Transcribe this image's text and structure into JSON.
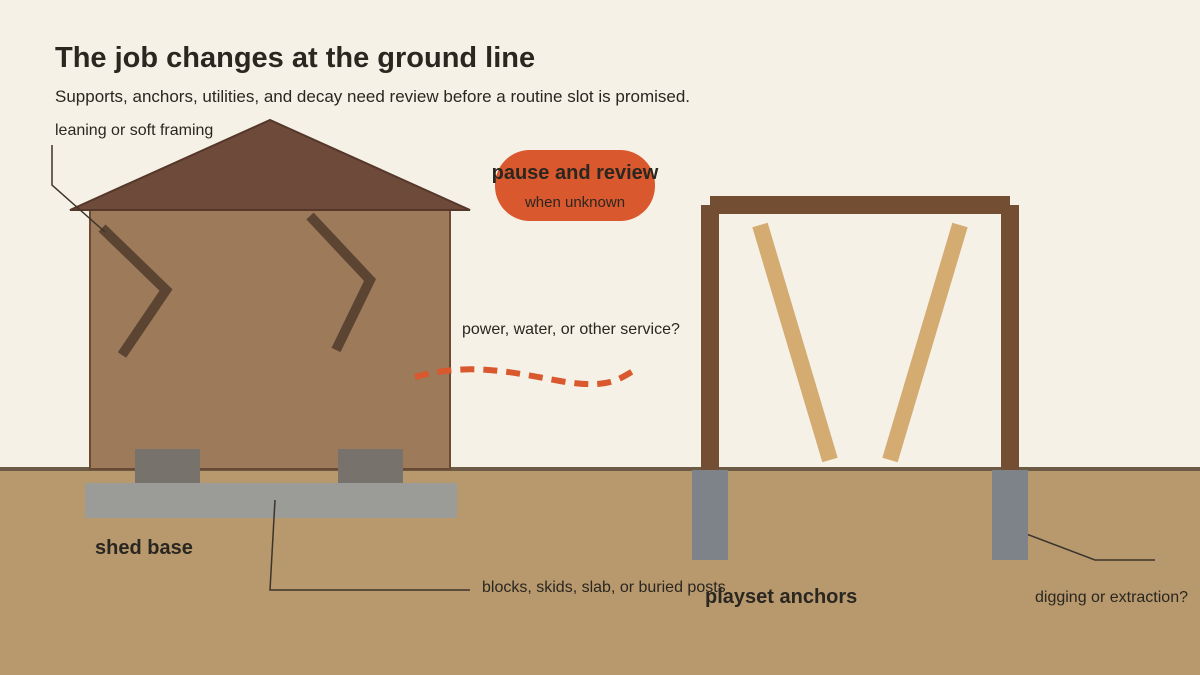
{
  "header": {
    "title": "The job changes at the ground line",
    "subtitle": "Supports, anchors, utilities, and decay need review before a routine slot is promised."
  },
  "callouts": {
    "framing": "leaning or soft framing",
    "utilities": "power, water, or other service?",
    "base_types": "blocks, skids, slab, or buried posts",
    "digging": "digging or extraction?"
  },
  "badge": {
    "title": "pause and review",
    "subtitle": "when unknown"
  },
  "sections": {
    "shed": "shed base",
    "playset": "playset anchors"
  },
  "colors": {
    "background": "#f6f1e7",
    "ground": "#b8996e",
    "ground_line": "#6b5a44",
    "shed_wall": "#9c7a5a",
    "shed_roof": "#6e4a3a",
    "brace": "#5c4433",
    "concrete": "#9b9b97",
    "block": "#77726b",
    "accent": "#d9582d",
    "frame": "#744e33",
    "swing": "#d4ac72",
    "post": "#7d8389"
  }
}
